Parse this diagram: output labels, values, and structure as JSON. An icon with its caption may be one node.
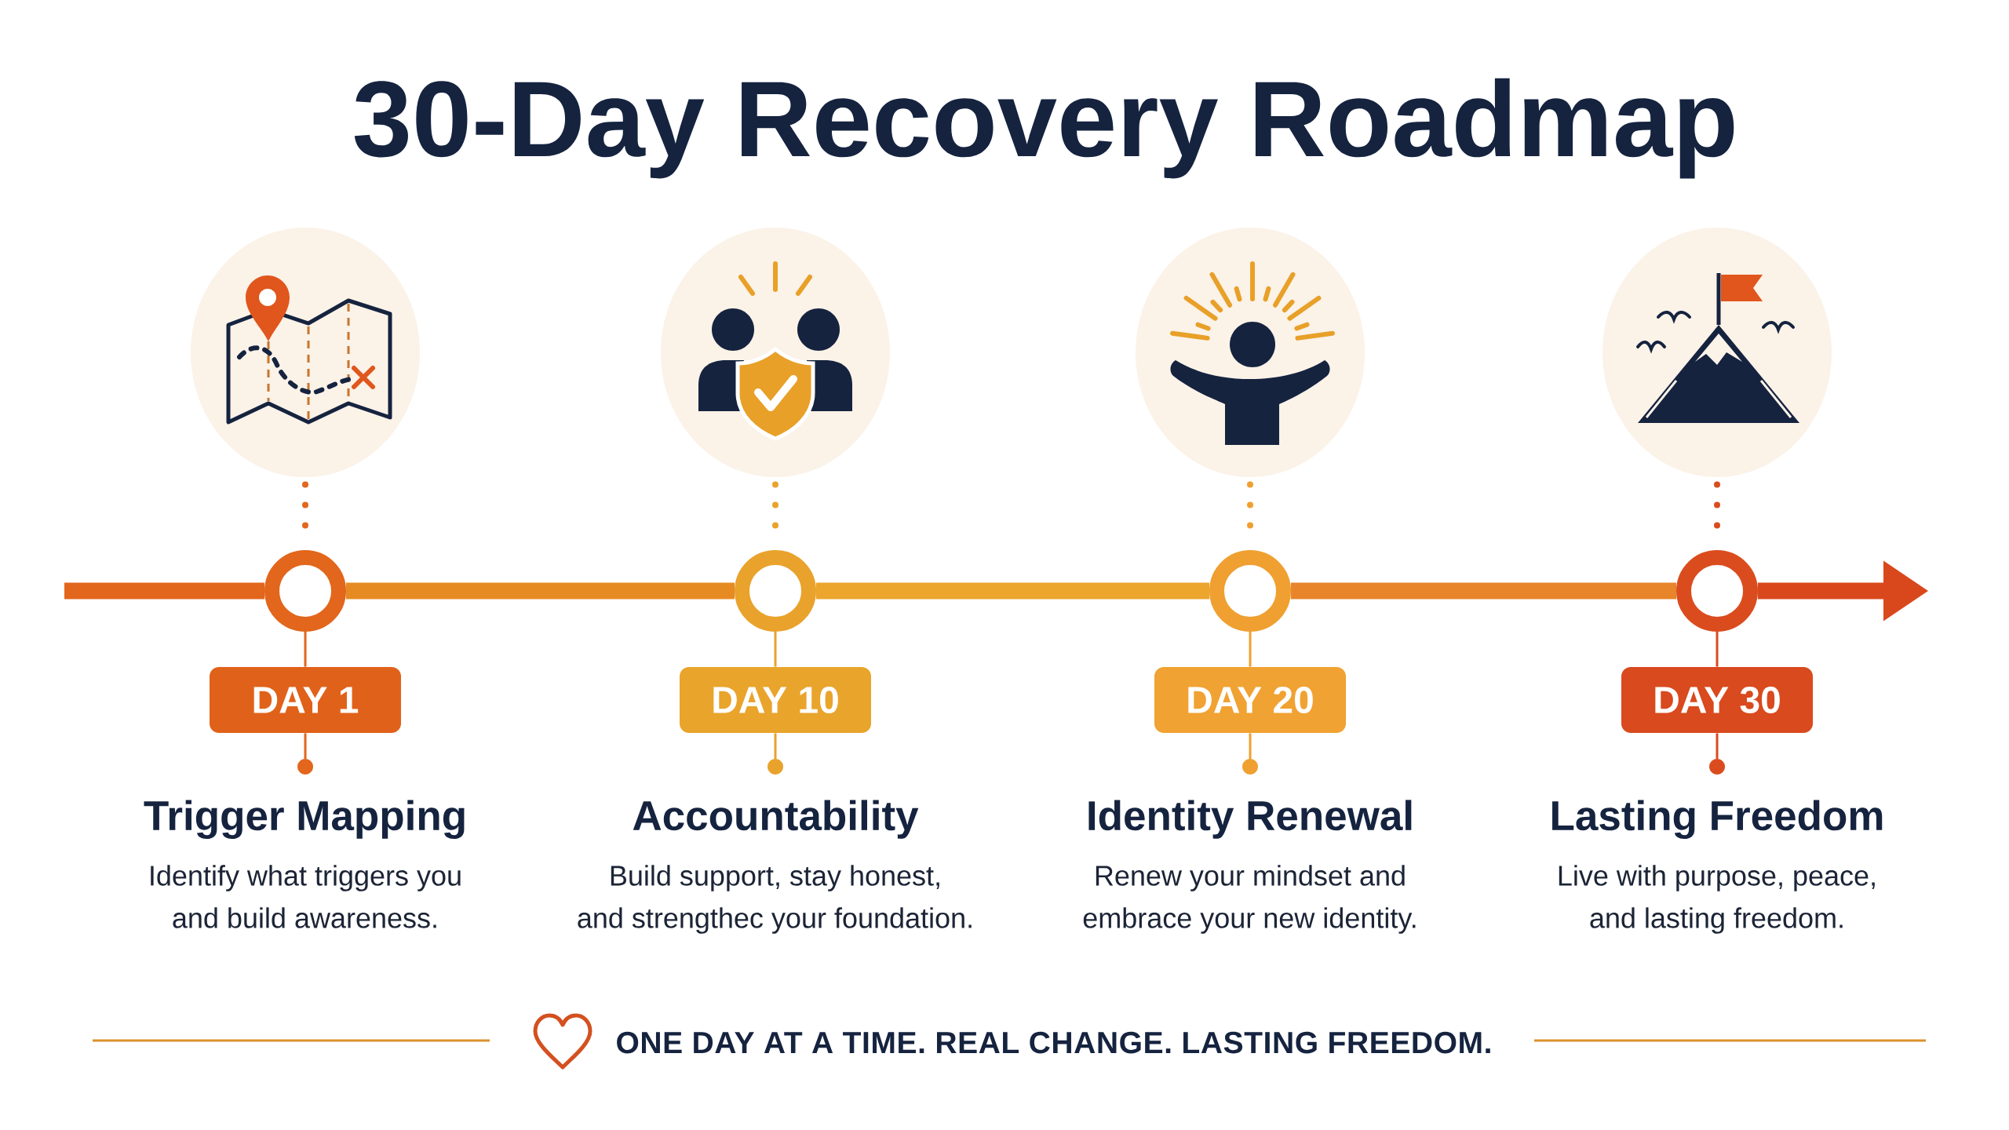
{
  "diagram": {
    "title": "30-Day Recovery Roadmap",
    "nodes": [
      {
        "text": [],
        "shape": "picture"
      },
      {
        "text": [],
        "shape": "picture"
      },
      {
        "text": [],
        "shape": "picture"
      },
      {
        "text": [],
        "shape": "picture"
      },
      {
        "text": [],
        "shape": "circle"
      },
      {
        "text": [],
        "shape": "circle"
      },
      {
        "text": [],
        "shape": "circle"
      },
      {
        "text": [],
        "shape": "circle"
      },
      {
        "text": [
          "DAY 1"
        ]
      },
      {
        "text": [
          "DAY 10"
        ]
      },
      {
        "text": [
          "DAY 20"
        ]
      },
      {
        "text": [
          "DAY 30"
        ]
      },
      {
        "text": [
          "Trigger Mapping",
          "Identify what triggers you and build awareness."
        ]
      },
      {
        "text": [
          "Accountability",
          "Build support, stay honest, and strengthec your foundation."
        ]
      },
      {
        "text": [
          "Identity Renewal",
          "Renew your mindset and embrace your new identity."
        ]
      },
      {
        "text": [
          "Lasting Freedom",
          "Live with purpose, peace, and lasting freedom."
        ]
      }
    ],
    "edges": [
      {
        "from": 0,
        "to": 4,
        "arrow": "none",
        "style": "dashed",
        "color": "#e2661c"
      },
      {
        "from": 1,
        "to": 5,
        "arrow": "none",
        "style": "dashed",
        "color": "#e9a22b"
      },
      {
        "from": 2,
        "to": 6,
        "arrow": "none",
        "style": "dashed",
        "color": "#efa030"
      },
      {
        "from": 3,
        "to": 7,
        "arrow": "none",
        "style": "dashed",
        "color": "#da4c1e"
      },
      {
        "from": 4,
        "to": 8,
        "arrow": "none",
        "color": "#e2661c"
      },
      {
        "from": 5,
        "to": 9,
        "arrow": "none",
        "color": "#e9a22b"
      },
      {
        "from": 6,
        "to": 10,
        "arrow": "none",
        "color": "#efa030"
      },
      {
        "from": 7,
        "to": 11,
        "arrow": "none",
        "color": "#da4c1e"
      },
      {
        "from": 8,
        "to": 12,
        "arrow": "other",
        "color": "#e2661c"
      },
      {
        "from": 9,
        "to": 13,
        "arrow": "other",
        "color": "#e9a22b"
      },
      {
        "from": 10,
        "to": 14,
        "arrow": "other",
        "color": "#efa030"
      },
      {
        "from": 11,
        "to": 15,
        "arrow": "other",
        "color": "#da4c1e"
      },
      {
        "from": null,
        "to": 4,
        "arrow": "none",
        "style": "thick",
        "color": "#e2661c"
      },
      {
        "from": 4,
        "to": 5,
        "arrow": "none",
        "style": "thick",
        "color": "#e68b22"
      },
      {
        "from": 5,
        "to": 6,
        "arrow": "none",
        "style": "thick",
        "color": "#eca52d"
      },
      {
        "from": 6,
        "to": 7,
        "arrow": "none",
        "style": "thick",
        "color": "#e8842a"
      },
      {
        "from": 7,
        "to": null,
        "arrow": "to",
        "style": "thick",
        "color": "#d9481c"
      }
    ],
    "labels": [
      "ONE DAY AT A TIME. REAL CHANGE. LASTING FREEDOM."
    ]
  }
}
